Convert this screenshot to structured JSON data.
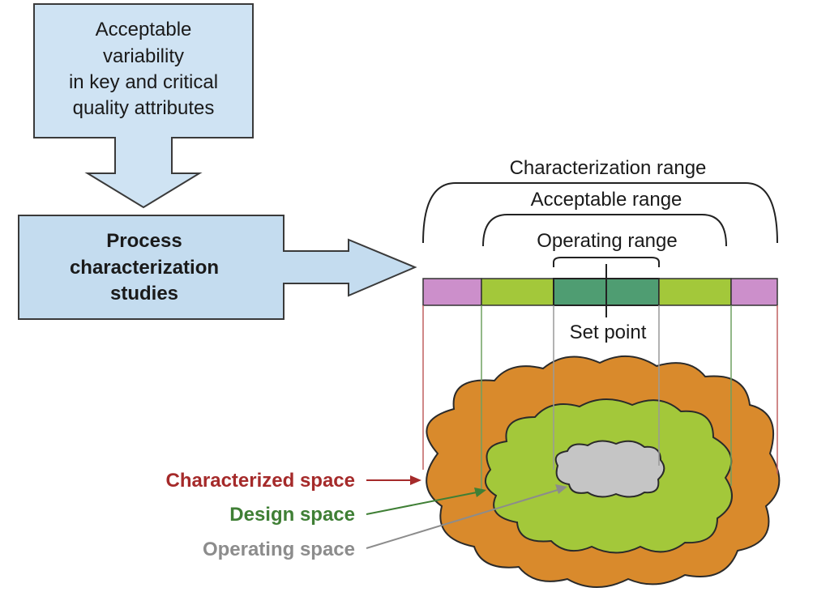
{
  "top_box": {
    "lines": [
      "Acceptable",
      "variability",
      "in key and critical",
      "quality attributes"
    ],
    "fill": "#cfe3f3"
  },
  "process_box": {
    "lines": [
      "Process",
      "characterization",
      "studies"
    ],
    "fill": "#c4dcef"
  },
  "ranges": {
    "characterization": "Characterization range",
    "acceptable": "Acceptable range",
    "operating": "Operating range",
    "set_point": "Set point"
  },
  "spaces": {
    "characterized": "Characterized space",
    "design": "Design space",
    "operating": "Operating space"
  },
  "colors": {
    "characterized": "#d98a2c",
    "characterized_text": "#a52a2a",
    "design": "#a3c83a",
    "design_text": "#3f7f35",
    "operating": "#c5c5c5",
    "operating_text": "#8c8c8c",
    "bar_outer": "#cc8fcb",
    "bar_mid": "#a3c83a",
    "bar_center": "#4f9d72"
  }
}
